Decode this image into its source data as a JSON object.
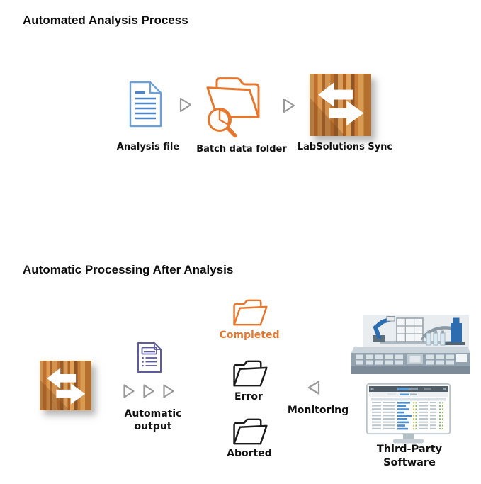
{
  "section1": {
    "title": "Automated Analysis Process",
    "steps": [
      {
        "icon": "analysis-file-icon",
        "label": "Analysis file"
      },
      {
        "icon": "batch-data-folder-icon",
        "label": "Batch data folder"
      },
      {
        "icon": "labsolutions-sync-icon",
        "label": "LabSolutions Sync"
      }
    ]
  },
  "section2": {
    "title": "Automatic Processing After Analysis",
    "sync_icon": "labsolutions-sync-icon",
    "output_doc_icon": "report-document-icon",
    "auto_output": {
      "line1": "Automatic",
      "line2": "output"
    },
    "folders": [
      {
        "label": "Completed",
        "status_color": "#E8772E"
      },
      {
        "label": "Error",
        "status_color": "#111111"
      },
      {
        "label": "Aborted",
        "status_color": "#111111"
      }
    ],
    "monitoring_label": "Monitoring",
    "instrument_icon": "lab-instrument-illustration",
    "monitor_icon": "software-monitor-illustration",
    "third_party": {
      "line1": "Third-Party",
      "line2": "Software"
    }
  },
  "colors": {
    "accent_orange": "#E8772E",
    "doc_blue": "#6CA0D8",
    "doc_purple": "#5C5C9C",
    "arrow_gray": "#999999",
    "folder_black": "#1A1A1A",
    "robot_blue": "#2E6CB0"
  }
}
